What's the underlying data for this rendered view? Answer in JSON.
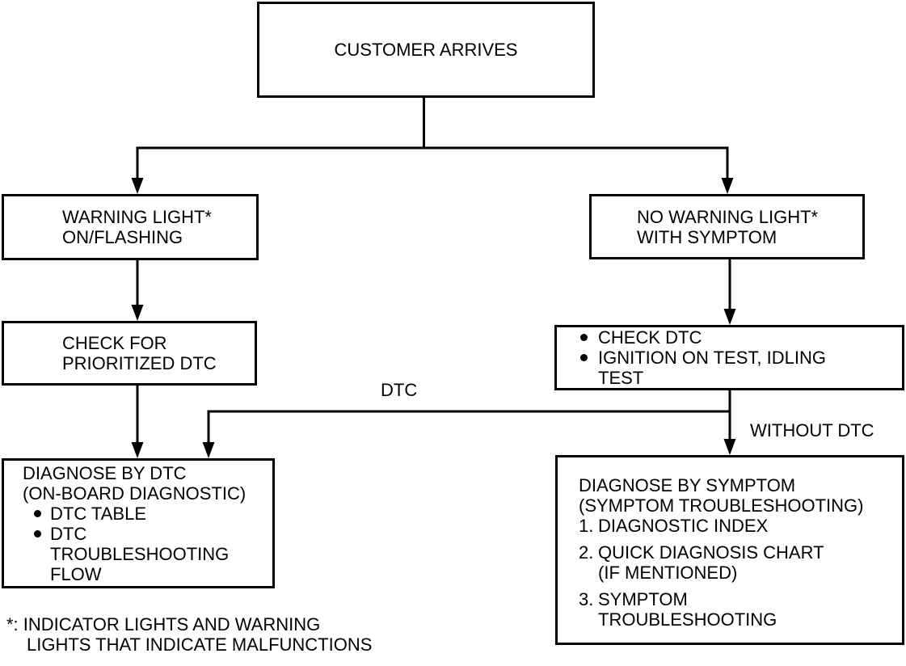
{
  "colors": {
    "ink": "#000000",
    "paper": "#ffffff"
  },
  "nodes": {
    "customer_arrives": {
      "lines": [
        "CUSTOMER ARRIVES"
      ]
    },
    "warning_light": {
      "lines": [
        "WARNING LIGHT*",
        "ON/FLASHING"
      ]
    },
    "no_warning_light": {
      "lines": [
        "NO WARNING LIGHT*",
        "WITH SYMPTOM"
      ]
    },
    "check_prioritized_dtc": {
      "lines": [
        "CHECK FOR",
        "PRIORITIZED DTC"
      ]
    },
    "check_dtc": {
      "bullets": [
        {
          "lines": [
            "CHECK DTC"
          ]
        },
        {
          "lines": [
            "IGNITION ON TEST, IDLING",
            "TEST"
          ]
        }
      ]
    },
    "diagnose_by_dtc": {
      "lines": [
        "DIAGNOSE BY DTC",
        "(ON-BOARD DIAGNOSTIC)"
      ],
      "bullets": [
        {
          "lines": [
            "DTC TABLE"
          ]
        },
        {
          "lines": [
            "DTC",
            "TROUBLESHOOTING",
            "FLOW"
          ]
        }
      ]
    },
    "diagnose_by_symptom": {
      "lines": [
        "DIAGNOSE BY SYMPTOM",
        "(SYMPTOM TROUBLESHOOTING)"
      ],
      "items": [
        {
          "marker": "1.",
          "lines": [
            "DIAGNOSTIC INDEX"
          ]
        },
        {
          "marker": "2.",
          "lines": [
            "QUICK DIAGNOSIS CHART",
            "(IF MENTIONED)"
          ]
        },
        {
          "marker": "3.",
          "lines": [
            "SYMPTOM",
            "TROUBLESHOOTING"
          ]
        }
      ]
    }
  },
  "edge_labels": {
    "dtc": "DTC",
    "without_dtc": "WITHOUT DTC"
  },
  "footnote": {
    "lines": [
      "*: INDICATOR LIGHTS AND WARNING",
      "LIGHTS THAT INDICATE MALFUNCTIONS"
    ]
  }
}
